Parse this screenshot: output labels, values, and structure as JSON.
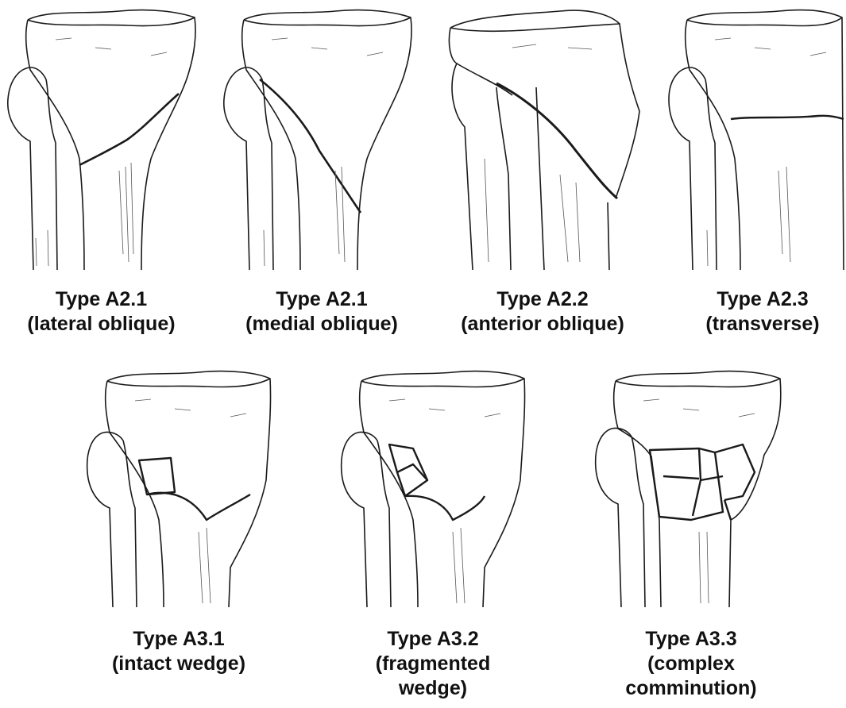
{
  "figures": [
    {
      "type": "Type A2.1",
      "description": "(lateral oblique)"
    },
    {
      "type": "Type A2.1",
      "description": "(medial oblique)"
    },
    {
      "type": "Type A2.2",
      "description": "(anterior oblique)"
    },
    {
      "type": "Type A2.3",
      "description": "(transverse)"
    },
    {
      "type": "Type A3.1",
      "description": "(intact wedge)"
    },
    {
      "type": "Type A3.2",
      "description": "(fragmented",
      "description_line2": "wedge)"
    },
    {
      "type": "Type A3.3",
      "description": "(complex",
      "description_line2": "comminution)"
    }
  ],
  "colors": {
    "line": "#1a1a1a",
    "background": "#ffffff"
  }
}
